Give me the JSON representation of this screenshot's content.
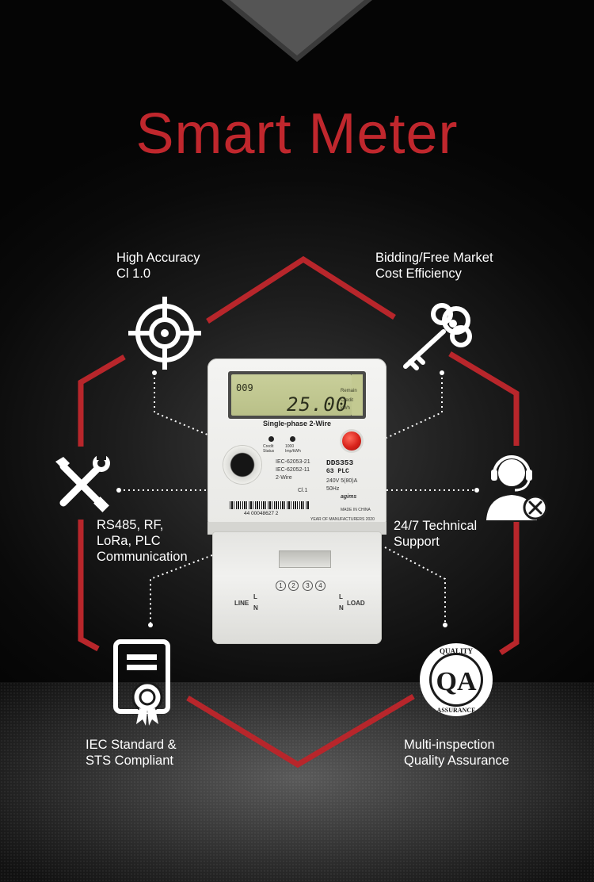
{
  "title": "Smart Meter",
  "colors": {
    "accent": "#c0272d",
    "background": "#0a0a0a",
    "text": "#ffffff"
  },
  "features": [
    {
      "id": "accuracy",
      "icon": "crosshair-target-icon",
      "lines": [
        "High Accuracy",
        "Cl 1.0"
      ]
    },
    {
      "id": "market",
      "icon": "key-icon",
      "lines": [
        "Bidding/Free Market",
        "Cost Efficiency"
      ]
    },
    {
      "id": "communication",
      "icon": "wrench-screwdriver-icon",
      "lines": [
        "RS485, RF,",
        "LoRa, PLC",
        "Communication"
      ]
    },
    {
      "id": "support",
      "icon": "headset-support-icon",
      "lines": [
        "24/7 Technical",
        "Support"
      ]
    },
    {
      "id": "standard",
      "icon": "certificate-icon",
      "lines": [
        "IEC Standard &",
        "STS Compliant"
      ]
    },
    {
      "id": "quality",
      "icon": "quality-assurance-badge-icon",
      "lines": [
        "Multi-inspection",
        "Quality Assurance"
      ]
    }
  ],
  "qa_badge": {
    "top": "QUALITY",
    "center": "QA",
    "bottom": "ASSURANCE"
  },
  "meter": {
    "lcd_code": "009",
    "lcd_value": "25.00",
    "lcd_tags": [
      "Remain",
      "Credit",
      "kWh"
    ],
    "name": "Single-phase 2-Wire",
    "led_labels": [
      "Credit Status",
      "1000 Imp/kWh"
    ],
    "standards": [
      "IEC-62053-21",
      "IEC-62052-11",
      "2-Wire"
    ],
    "class": "Cl.1",
    "model": "DDS353",
    "variant": "G3 PLC",
    "rating": "240V  5(80)A",
    "frequency": "50Hz",
    "brand": "agims",
    "origin": "MADE IN CHINA",
    "year": "YEAR OF MANUFACTURERS 2020",
    "serial": "44 00048627 2",
    "terminals": [
      "1",
      "2",
      "3",
      "4"
    ],
    "line_label": "LINE",
    "load_label": "LOAD",
    "l": "L",
    "n": "N"
  }
}
